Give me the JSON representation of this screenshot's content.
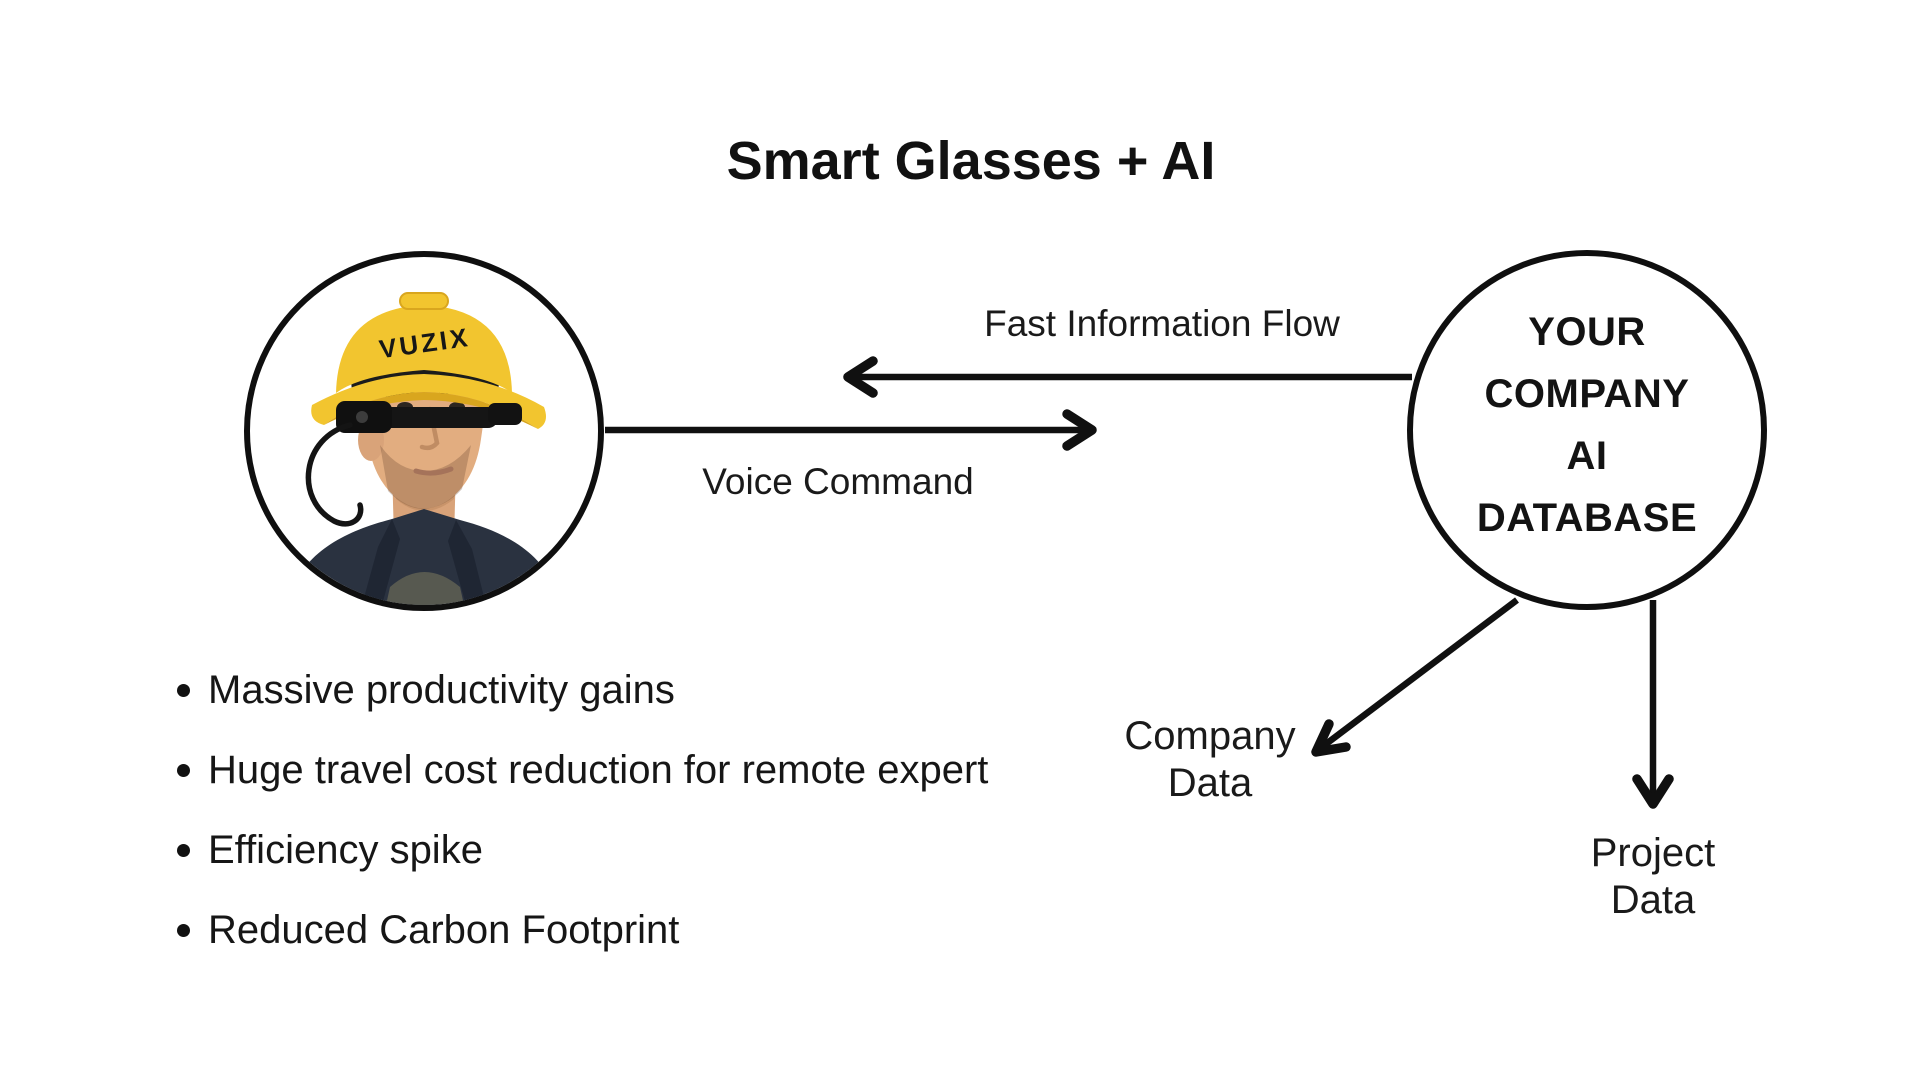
{
  "title": "Smart Glasses + AI",
  "person": {
    "helmet_brand": "VUZIX"
  },
  "database": {
    "lines": [
      "YOUR",
      "COMPANY",
      "AI",
      "DATABASE"
    ]
  },
  "flows": {
    "fast_info_label": "Fast Information Flow",
    "voice_command_label": "Voice Command"
  },
  "outputs": {
    "company_data": {
      "line1": "Company",
      "line2": "Data"
    },
    "project_data": {
      "line1": "Project",
      "line2": "Data"
    }
  },
  "benefits": [
    "Massive productivity gains",
    "Huge travel cost reduction for remote expert",
    "Efficiency spike",
    "Reduced Carbon Footprint"
  ],
  "colors": {
    "ink": "#111111",
    "background": "#ffffff",
    "helmet_yellow": "#f2c52f",
    "shirt_navy": "#2a3240"
  }
}
